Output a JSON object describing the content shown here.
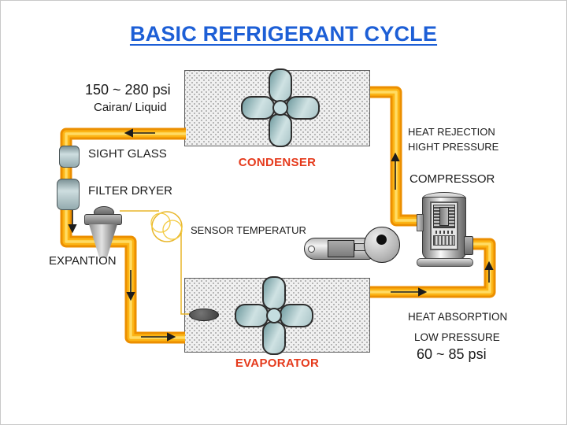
{
  "slide": {
    "title": "BASIC REFRIGERANT CYCLE"
  },
  "diagram": {
    "components": {
      "condenser": {
        "label": "CONDENSER"
      },
      "evaporator": {
        "label": "EVAPORATOR"
      },
      "compressor": {
        "label": "COMPRESSOR"
      },
      "expansion_valve": {
        "label": "EXPANTION"
      },
      "sight_glass": {
        "label": "SIGHT GLASS"
      },
      "filter_dryer": {
        "label": "FILTER DRYER"
      },
      "temperature_sensor": {
        "label": "SENSOR TEMPERATUR"
      }
    },
    "annotations": {
      "high_side_pressure": "150 ~ 280 psi",
      "high_side_state": "Cairan/ Liquid",
      "heat_rejection": "HEAT REJECTION",
      "high_pressure": "HIGHT PRESSURE",
      "heat_absorption": "HEAT ABSORPTION",
      "low_pressure": "LOW PRESSURE",
      "low_side_pressure": "60 ~ 85 psi"
    },
    "icons": {
      "fan": "4-blade-fan",
      "flow_arrow": "black-flow-arrow",
      "coil": "capillary-coil"
    },
    "colors": {
      "pipe_outer": "#EC8F00",
      "pipe_mid": "#FCB415",
      "pipe_highlight": "#FFDB63",
      "capillary": "#E8B62A",
      "label_red": "#E53A1C",
      "title_blue": "#1D5FD6",
      "text": "#1B1B1B"
    }
  }
}
